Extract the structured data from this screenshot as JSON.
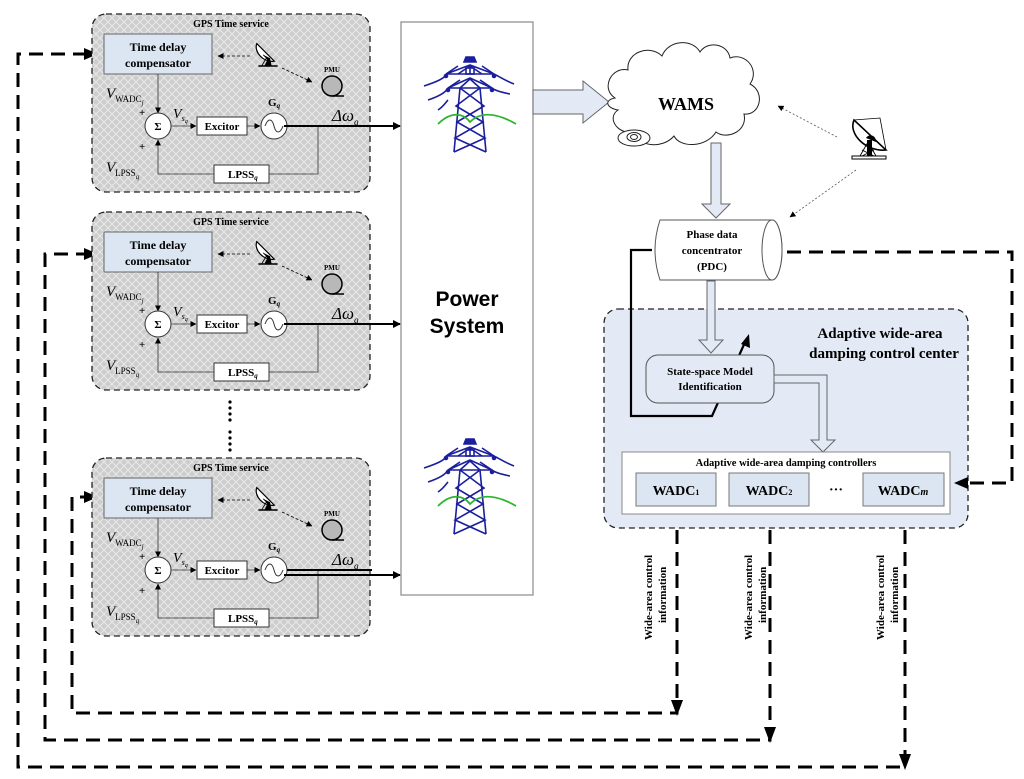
{
  "colors": {
    "block_fill": "#cfcfcf",
    "compensator_fill": "#dce6f2",
    "control_center_fill": "#e4eaf5",
    "wadc_fill": "#dce6f2",
    "tower_blue": "#1a1f9c",
    "tower_wave_green": "#2bb52b",
    "line_black": "#000000"
  },
  "generator_blocks": [
    {
      "gps_label": "GPS Time service",
      "compensator_line1": "Time delay",
      "compensator_line2": "compensator",
      "pmu_label": "PMU",
      "v_wadc": "V",
      "v_wadc_sub": "WADC",
      "v_wadc_subsub": "j",
      "v_lpss": "V",
      "v_lpss_sub": "LPSS",
      "v_lpss_subsub": "q",
      "sum_symbol": "Σ",
      "plus1": "+",
      "plus2": "+",
      "vs": "V",
      "vs_sub": "s",
      "vs_subsub": "q",
      "exciter": "Excitor",
      "gen": "G",
      "gen_sub": "q",
      "lpss": "LPSS",
      "lpss_sub": "q",
      "output": "Δω",
      "output_sub": "q"
    },
    {
      "gps_label": "GPS Time service",
      "compensator_line1": "Time delay",
      "compensator_line2": "compensator",
      "pmu_label": "PMU",
      "v_wadc": "V",
      "v_wadc_sub": "WADC",
      "v_wadc_subsub": "j",
      "v_lpss": "V",
      "v_lpss_sub": "LPSS",
      "v_lpss_subsub": "q",
      "sum_symbol": "Σ",
      "plus1": "+",
      "plus2": "+",
      "vs": "V",
      "vs_sub": "s",
      "vs_subsub": "q",
      "exciter": "Excitor",
      "gen": "G",
      "gen_sub": "q",
      "lpss": "LPSS",
      "lpss_sub": "q",
      "output": "Δω",
      "output_sub": "q"
    },
    {
      "gps_label": "GPS Time service",
      "compensator_line1": "Time delay",
      "compensator_line2": "compensator",
      "pmu_label": "PMU",
      "v_wadc": "V",
      "v_wadc_sub": "WADC",
      "v_wadc_subsub": "j",
      "v_lpss": "V",
      "v_lpss_sub": "LPSS",
      "v_lpss_subsub": "q",
      "sum_symbol": "Σ",
      "plus1": "+",
      "plus2": "+",
      "vs": "V",
      "vs_sub": "s",
      "vs_subsub": "q",
      "exciter": "Excitor",
      "gen": "G",
      "gen_sub": "q",
      "lpss": "LPSS",
      "lpss_sub": "q",
      "output": "Δω",
      "output_sub": "q"
    }
  ],
  "power_system": {
    "line1": "Power",
    "line2": "System"
  },
  "wams": {
    "label": "WAMS"
  },
  "pdc": {
    "line1": "Phase data",
    "line2": "concentrator",
    "line3": "(PDC)"
  },
  "control_center": {
    "title_line1": "Adaptive wide-area",
    "title_line2": "damping control center",
    "identification_line1": "State-space Model",
    "identification_line2": "Identification",
    "controllers_title": "Adaptive wide-area damping controllers",
    "controllers": [
      {
        "name": "WADC",
        "sub": "1"
      },
      {
        "name": "WADC",
        "sub": "2"
      },
      {
        "name": "WADC",
        "sub": "m"
      }
    ],
    "ellipsis": "···"
  },
  "control_info_labels": [
    {
      "line1": "Wide-area control",
      "line2": "information"
    },
    {
      "line1": "Wide-area control",
      "line2": "information"
    },
    {
      "line1": "Wide-area control",
      "line2": "information"
    }
  ]
}
